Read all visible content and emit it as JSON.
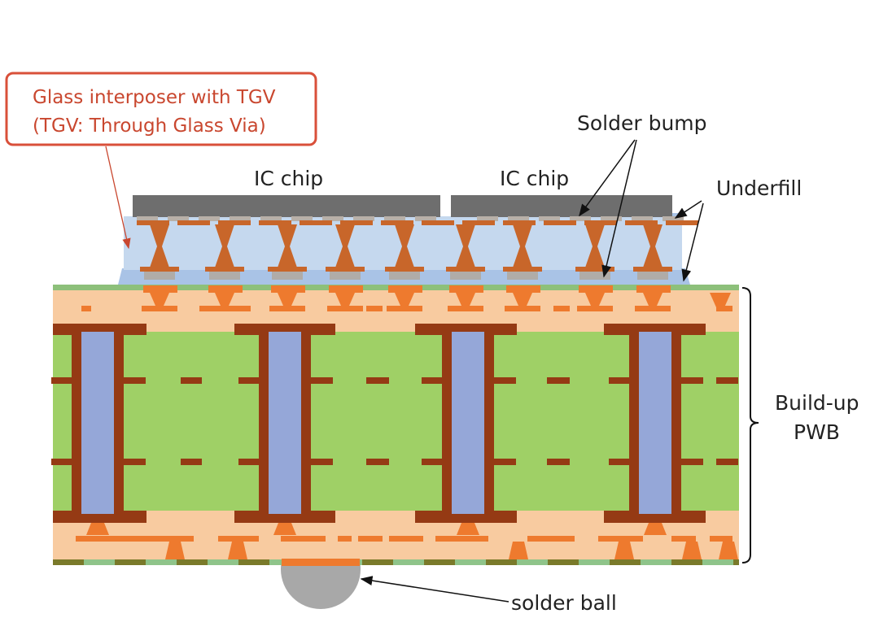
{
  "callout": {
    "line1": "Glass interposer with TGV",
    "line2": "(TGV: Through Glass Via)"
  },
  "labels": {
    "ic_chip_1": "IC chip",
    "ic_chip_2": "IC chip",
    "solder_bump": "Solder bump",
    "underfill": "Underfill",
    "buildup_line1": "Build-up",
    "buildup_line2": "PWB",
    "solder_ball": "solder ball"
  },
  "colors": {
    "callout_red": "#d9503a",
    "chip": "#6e6e6e",
    "glass": "#c5d8ee",
    "underfill": "#a9c3e6",
    "copper_light": "#ee7a2e",
    "copper_dark": "#953a14",
    "buildup": "#f8cba0",
    "core": "#9fd066",
    "core_via_fill": "#95a7d8",
    "solder": "#a8a8a8"
  }
}
